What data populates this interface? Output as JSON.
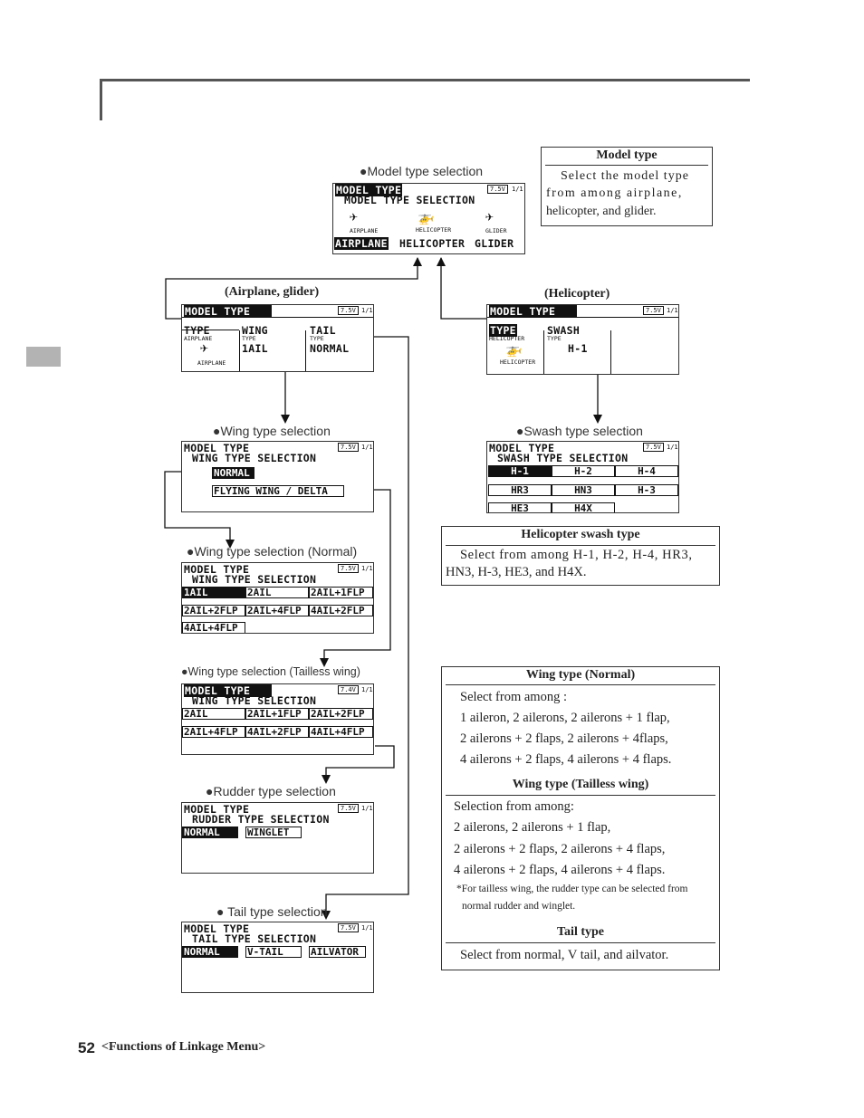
{
  "footer": {
    "page_number": "52",
    "section": "<Functions of Linkage Menu>"
  },
  "icons": {
    "airplane": "airplane-icon",
    "helicopter": "helicopter-icon",
    "glider": "glider-icon"
  },
  "captions": {
    "model_type_selection": "●Model type selection",
    "airplane_glider": "(Airplane, glider)",
    "helicopter": "(Helicopter)",
    "wing_type_selection": "●Wing type selection",
    "swash_type_selection": "●Swash type selection",
    "wing_normal": "●Wing type selection (Normal)",
    "wing_tailless": "●Wing type selection (Tailless wing)",
    "rudder_type": "●Rudder type selection",
    "tail_type": "● Tail type selection"
  },
  "screens": {
    "model_type_selection": {
      "title": "MODEL TYPE",
      "volt": "7.5V",
      "page": "1/1",
      "subtitle": "MODEL TYPE SELECTION",
      "icon_labels": [
        "AIRPLANE",
        "HELICOPTER",
        "GLIDER"
      ],
      "options": [
        "AIRPLANE",
        "HELICOPTER",
        "GLIDER"
      ]
    },
    "airplane_model": {
      "title": "MODEL TYPE",
      "volt": "7.5V",
      "page": "1/1",
      "col1_head": "TYPE",
      "col1_sub": "AIRPLANE",
      "col1_icon_label": "AIRPLANE",
      "col2_head": "WING",
      "col2_sub": "TYPE",
      "col2_value": "1AIL",
      "col3_head": "TAIL",
      "col3_sub": "TYPE",
      "col3_value": "NORMAL"
    },
    "helicopter_model": {
      "title": "MODEL TYPE",
      "volt": "7.5V",
      "page": "1/1",
      "col1_head": "TYPE",
      "col1_sub": "HELICOPTER",
      "col1_icon_label": "HELICOPTER",
      "col2_head": "SWASH",
      "col2_sub": "TYPE",
      "col2_value": "H-1"
    },
    "wing_type_selection": {
      "title": "MODEL TYPE",
      "volt": "7.5V",
      "page": "1/1",
      "subtitle": "WING TYPE SELECTION",
      "options": [
        "NORMAL",
        "FLYING WING / DELTA"
      ]
    },
    "swash_type_selection": {
      "title": "MODEL TYPE",
      "volt": "7.5V",
      "page": "1/1",
      "subtitle": "SWASH TYPE SELECTION",
      "options": [
        "H-1",
        "H-2",
        "H-4",
        "HR3",
        "HN3",
        "H-3",
        "HE3",
        "H4X"
      ]
    },
    "wing_normal": {
      "title": "MODEL TYPE",
      "volt": "7.5V",
      "page": "1/1",
      "subtitle": "WING TYPE SELECTION",
      "options": [
        "1AIL",
        "2AIL",
        "2AIL+1FLP",
        "2AIL+2FLP",
        "2AIL+4FLP",
        "4AIL+2FLP",
        "4AIL+4FLP"
      ]
    },
    "wing_tailless": {
      "title": "MODEL TYPE",
      "volt": "7.4V",
      "page": "1/1",
      "subtitle": "WING TYPE SELECTION",
      "options": [
        "2AIL",
        "2AIL+1FLP",
        "2AIL+2FLP",
        "2AIL+4FLP",
        "4AIL+2FLP",
        "4AIL+4FLP"
      ]
    },
    "rudder_type": {
      "title": "MODEL TYPE",
      "volt": "7.5V",
      "page": "1/1",
      "subtitle": "RUDDER TYPE SELECTION",
      "options": [
        "NORMAL",
        "WINGLET"
      ]
    },
    "tail_type": {
      "title": "MODEL TYPE",
      "volt": "7.5V",
      "page": "1/1",
      "subtitle": "TAIL TYPE SELECTION",
      "options": [
        "NORMAL",
        "V-TAIL",
        "AILVATOR"
      ]
    }
  },
  "info_boxes": {
    "model_type": {
      "title": "Model type",
      "lines": [
        "Select the model type",
        "from among airplane,",
        "helicopter, and glider."
      ]
    },
    "helicopter_swash": {
      "title": "Helicopter swash type",
      "lines": [
        "Select from among H-1, H-2, H-4, HR3,",
        "HN3, H-3, HE3, and H4X."
      ]
    },
    "wing_normal": {
      "title": "Wing type (Normal)",
      "lines": [
        "Select from among :",
        "1 aileron, 2 ailerons, 2 ailerons + 1 flap,",
        "2 ailerons + 2 flaps,  2 ailerons + 4flaps,",
        "4 ailerons + 2 flaps,  4 ailerons + 4 flaps."
      ]
    },
    "wing_tailless": {
      "title": "Wing type (Tailless wing)",
      "lines": [
        "Selection from among:",
        "2 ailerons, 2 ailerons + 1 flap,",
        "2 ailerons + 2 flaps, 2 ailerons + 4 flaps,",
        "4 ailerons + 2 flaps,  4 ailerons + 4 flaps."
      ],
      "note_lines": [
        "*For tailless wing, the rudder type can be selected from",
        "normal rudder and winglet."
      ]
    },
    "tail_type": {
      "title": "Tail type",
      "lines": [
        "Select from  normal, V tail, and ailvator."
      ]
    }
  }
}
